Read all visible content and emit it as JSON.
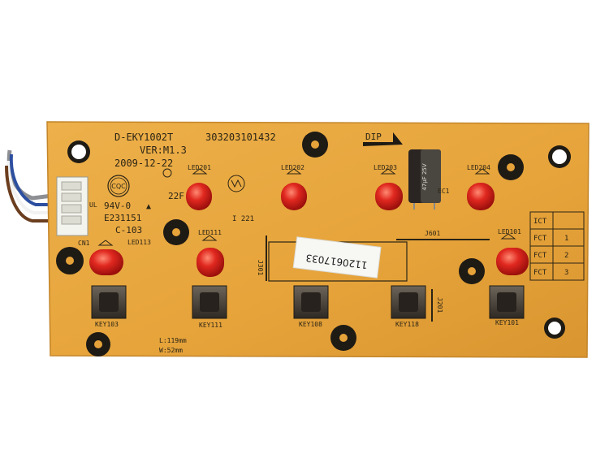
{
  "board": {
    "model": "D-EKY1002T",
    "serial_code": "303203101432",
    "version": "VER:M1.3",
    "date": "2009-12-22",
    "logo_text": "CQC",
    "flammability": "94V-0",
    "ul_number": "E231151",
    "code": "C-103",
    "code_22f": "22F",
    "marking_221": "I 221",
    "dip": "DIP",
    "length": "L:119mm",
    "width": "W:52mm",
    "sticker_number": "1120617033",
    "connector": "CN1",
    "capacitor": "EC1",
    "capacitor_print": "47μF 25V",
    "jumper_j601": "J601",
    "jumper_j201": "J201",
    "jumper_j301": "J301"
  },
  "leds": {
    "led201": "LED201",
    "led202": "LED202",
    "led203": "LED203",
    "led204": "LED204",
    "led111": "LED111",
    "led113": "LED113",
    "led101": "LED101"
  },
  "keys": {
    "key103": "KEY103",
    "key111": "KEY111",
    "key108": "KEY108",
    "key118": "KEY118",
    "key101": "KEY101"
  },
  "test_table": {
    "header": "ICT",
    "rows": [
      {
        "label": "FCT",
        "num": "1"
      },
      {
        "label": "FCT",
        "num": "2"
      },
      {
        "label": "FCT",
        "num": "3"
      }
    ]
  },
  "colors": {
    "board": "#e9a93a",
    "silkscreen": "#2b2415",
    "led": "#d8201c",
    "key_body": "#3a342c"
  }
}
